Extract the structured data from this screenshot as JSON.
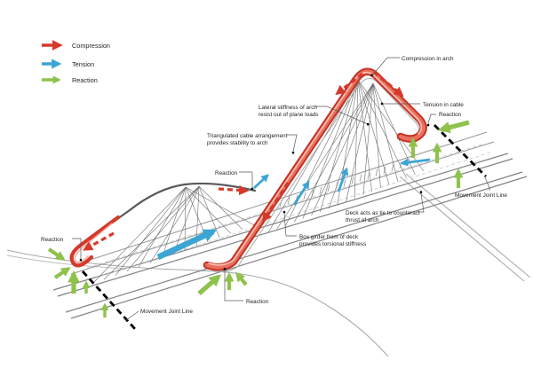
{
  "colors": {
    "compression": "#d5392b",
    "tension": "#3ba5d6",
    "reaction": "#8fc24c",
    "structure": "#6d6e71",
    "joint_line": "#000000"
  },
  "legend": {
    "items": [
      {
        "id": "compression",
        "label": "Compression"
      },
      {
        "id": "tension",
        "label": "Tension"
      },
      {
        "id": "reaction",
        "label": "Reaction"
      }
    ]
  },
  "labels": {
    "compression_in_arch": "Compression in arch",
    "tension_in_cable": "Tension in cable",
    "reaction_right": "Reaction",
    "reaction_mid": "Reaction",
    "reaction_left": "Reaction",
    "reaction_center": "Reaction",
    "movement_joint_left": "Movement Joint Line",
    "movement_joint_right": "Movement Joint Line",
    "lateral_stiffness_1": "Lateral stiffness of arch",
    "lateral_stiffness_2": "resist out of plane loads",
    "triangulated_1": "Triangulated cable arrangement",
    "triangulated_2": "provides stability to arch",
    "deck_tie_1": "Deck acts as tie to counteract",
    "deck_tie_2": "thrust of arch",
    "box_girder_1": "Box girder from of deck",
    "box_girder_2": "provides torsional stiffness"
  }
}
